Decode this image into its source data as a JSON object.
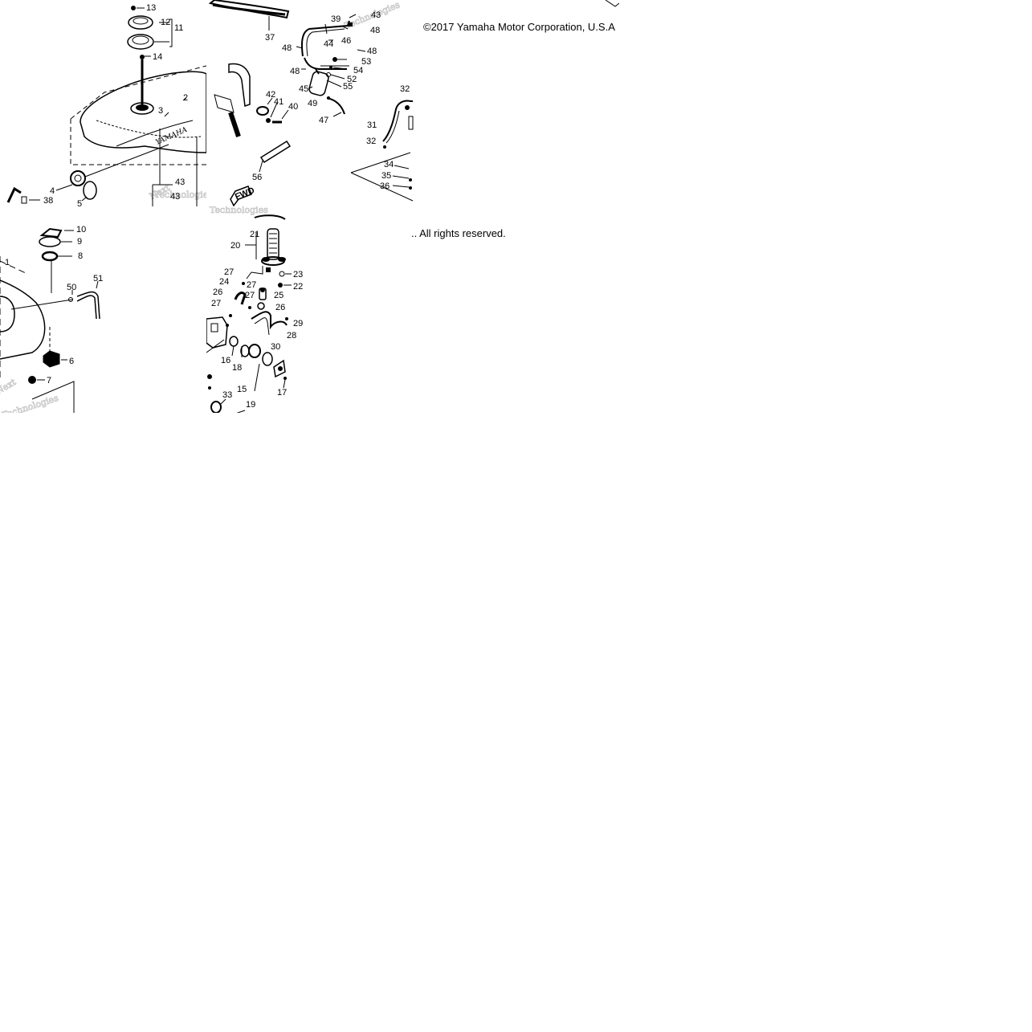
{
  "copyright": {
    "line_top": "©2017 Yamaha Motor Corporation, U.S.A",
    "line_bottom": ".. All rights reserved."
  },
  "watermark": {
    "word1": "Next",
    "word2": "Technologies"
  },
  "tank_logo": "YAMAHA",
  "fwd_label": "FWD",
  "parts": {
    "tile_a": [
      "13",
      "12",
      "11",
      "14",
      "3",
      "2",
      "4",
      "5",
      "38",
      "43",
      "43"
    ],
    "tile_b": [
      "37",
      "39",
      "43",
      "44",
      "46",
      "48",
      "48",
      "48",
      "48",
      "53",
      "54",
      "52",
      "45",
      "55",
      "42",
      "41",
      "40",
      "49",
      "47",
      "56"
    ],
    "tile_c": [
      "32",
      "31",
      "32",
      "34",
      "35",
      "36"
    ],
    "tile_d": [
      "10",
      "9",
      "8",
      "1",
      "50",
      "51",
      "6",
      "7"
    ],
    "tile_e": [
      "21",
      "20",
      "23",
      "22",
      "27",
      "24",
      "27",
      "27",
      "26",
      "25",
      "27",
      "26",
      "29",
      "28",
      "30",
      "16",
      "18",
      "15",
      "17",
      "33",
      "19"
    ]
  },
  "colors": {
    "line": "#000000",
    "watermark": "#c8c8c8",
    "background": "#ffffff"
  }
}
